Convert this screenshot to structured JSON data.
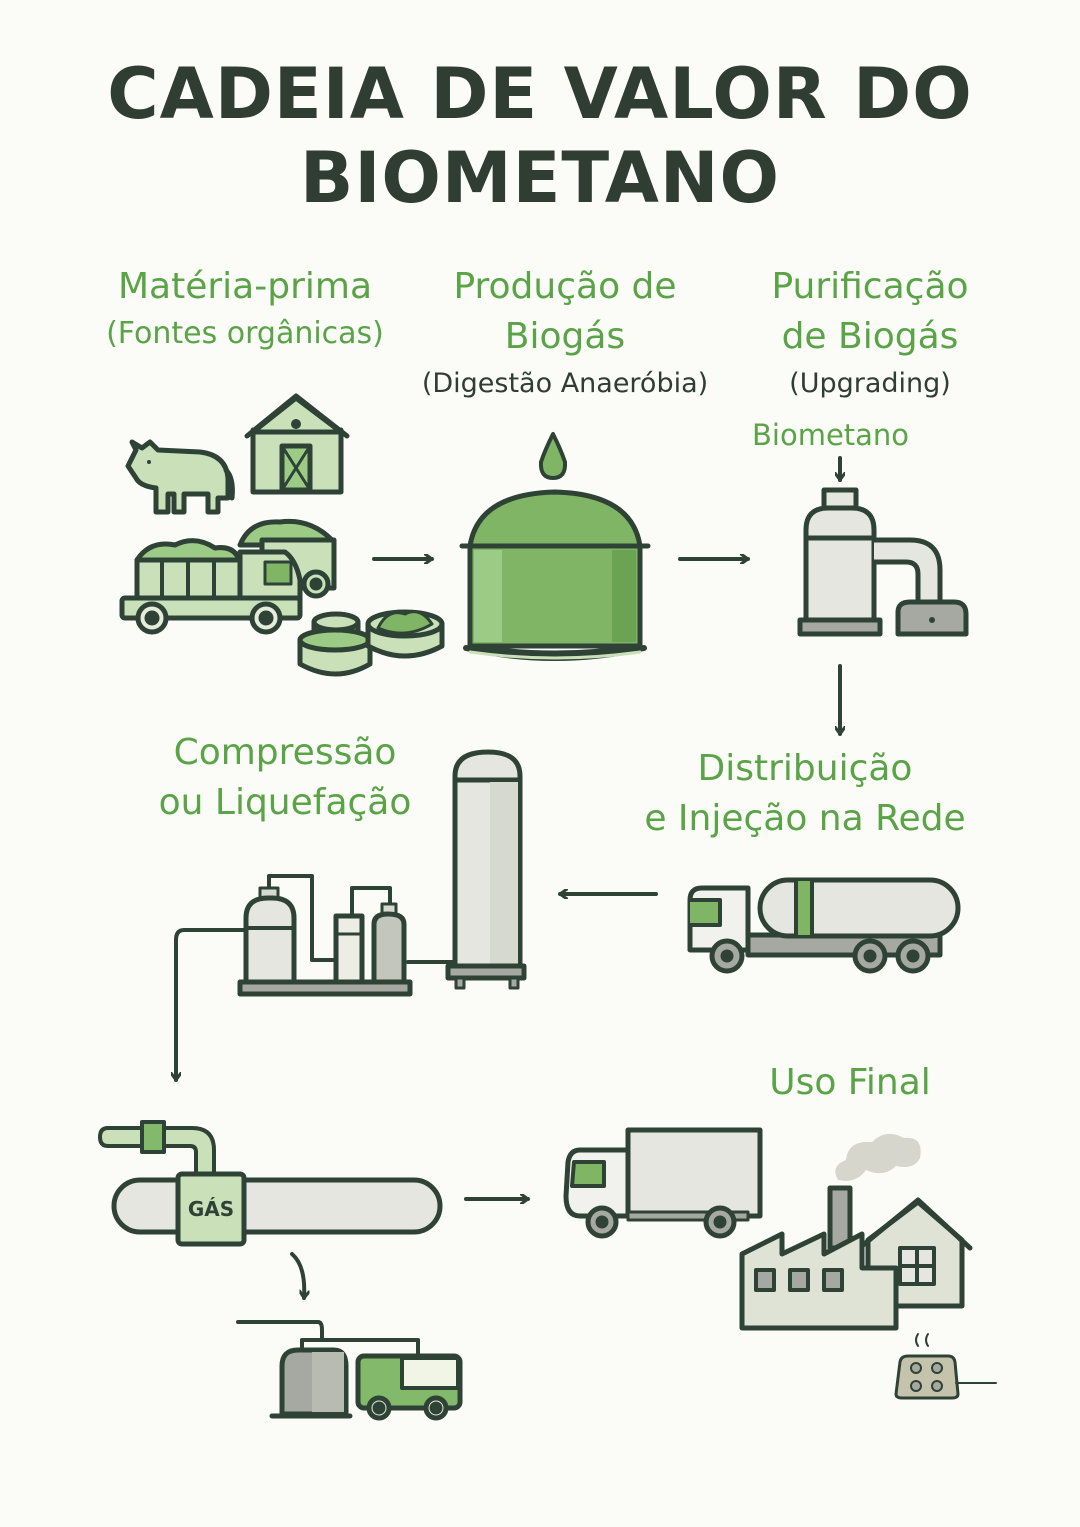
{
  "title": {
    "line1": "CADEIA DE VALOR DO",
    "line2": "BIOMETANO"
  },
  "stages": {
    "feedstock": {
      "title": "Matéria-prima",
      "subtitle": "(Fontes orgânicas)"
    },
    "production": {
      "title_line1": "Produção de",
      "title_line2": "Biogás",
      "note": "(Digestão Anaeróbia)"
    },
    "purification": {
      "title_line1": "Purificação",
      "title_line2": "de Biogás",
      "note": "(Upgrading)",
      "output_label": "Biometano"
    },
    "distribution": {
      "title_line1": "Distribuição",
      "title_line2": "e Injeção na Rede"
    },
    "compression": {
      "title_line1": "Compressão",
      "title_line2": "ou Liquefação"
    },
    "end_use": {
      "title": "Uso Final"
    }
  },
  "pipeline_tag": "GÁS",
  "colors": {
    "title": "#2f3d33",
    "accent_green": "#5aa347",
    "outline": "#2f4236",
    "light_green": "#c9e0b8",
    "mid_green": "#82b96a",
    "light_gray": "#e4e6df",
    "mid_gray": "#a5a9a1",
    "background": "#fbfbf8"
  },
  "icons": [
    "cow-icon",
    "barn-icon",
    "dump-truck-icon",
    "silage-bales-icon",
    "biodigester-tank-icon",
    "gas-drop-icon",
    "upgrading-unit-icon",
    "tanker-truck-icon",
    "compressor-cylinders-icon",
    "storage-tank-icon",
    "gas-pipeline-icon",
    "refueling-station-icon",
    "box-truck-icon",
    "factory-icon",
    "house-icon",
    "stove-icon"
  ]
}
